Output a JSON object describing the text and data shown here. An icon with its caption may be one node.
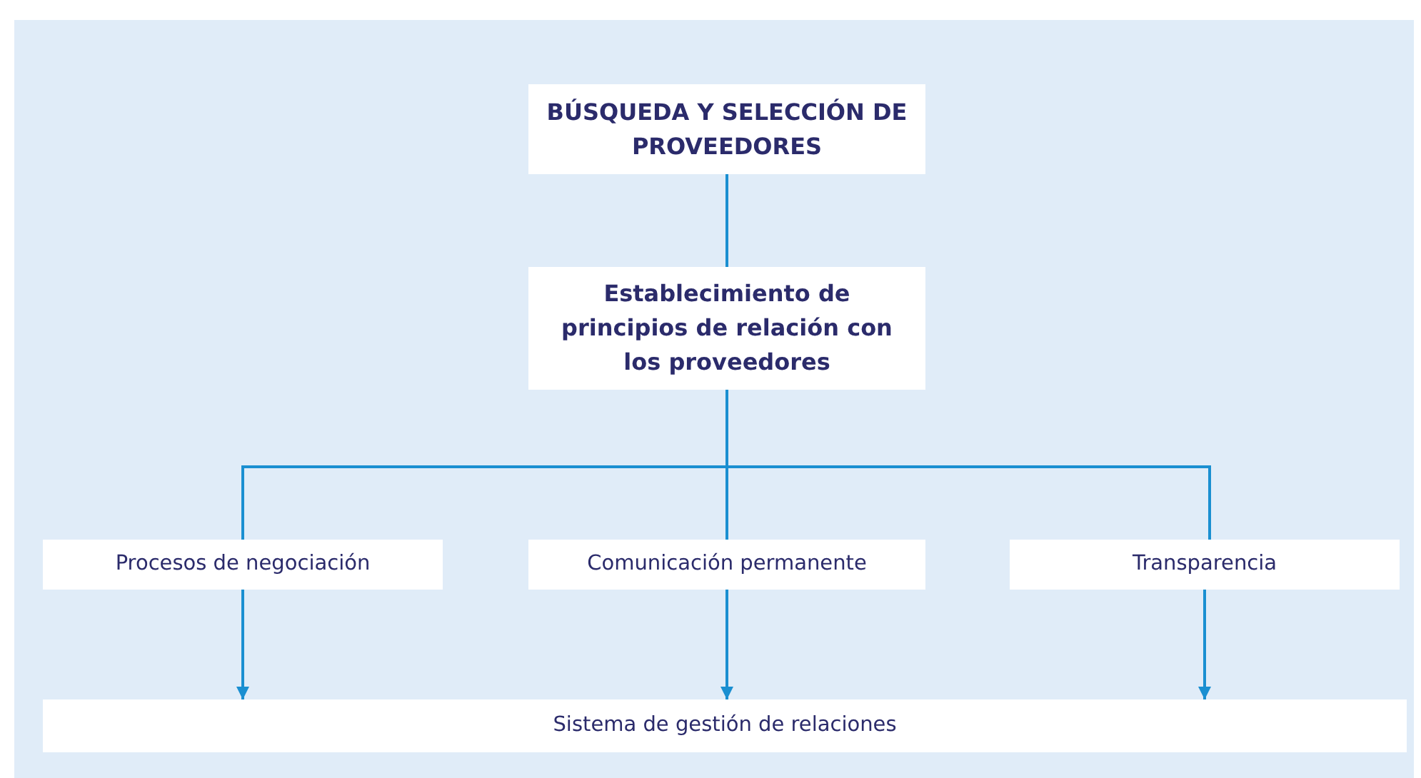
{
  "diagram": {
    "nodes": [
      {
        "text": [
          "BÚSQUEDA Y SELECCIÓN DE PROVEEDORES"
        ]
      },
      {
        "text": [
          "Establecimiento de principios de relación con los proveedores"
        ]
      },
      {
        "text": [
          "Procesos de negociación"
        ]
      },
      {
        "text": [
          "Comunicación permanente"
        ]
      },
      {
        "text": [
          "Transparencia"
        ]
      },
      {
        "text": [
          "Sistema de gestión de relaciones"
        ]
      }
    ],
    "edges": [
      {
        "from": 0,
        "to": 1,
        "arrow": "none"
      },
      {
        "from": 1,
        "to": 2,
        "arrow": "none"
      },
      {
        "from": 1,
        "to": 3,
        "arrow": "none"
      },
      {
        "from": 1,
        "to": 4,
        "arrow": "none"
      },
      {
        "from": 2,
        "to": 5,
        "arrow": "to"
      },
      {
        "from": 3,
        "to": 5,
        "arrow": "to"
      },
      {
        "from": 4,
        "to": 5,
        "arrow": "to"
      }
    ]
  }
}
